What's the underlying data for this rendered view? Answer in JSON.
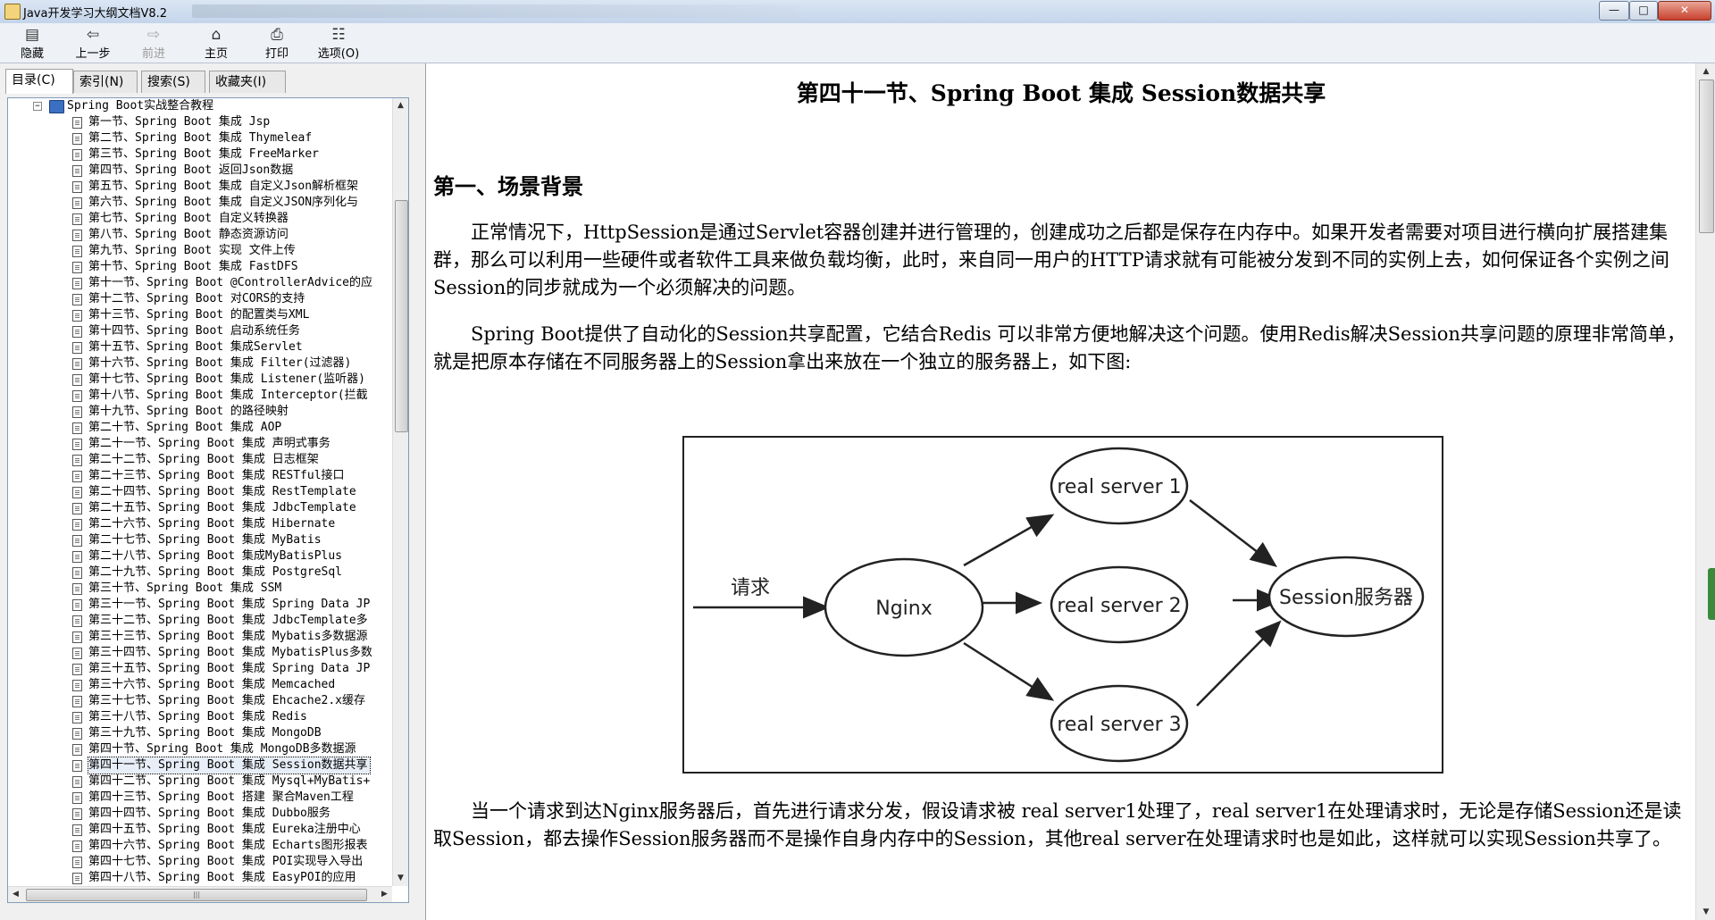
{
  "window": {
    "title": "Java开发学习大纲文档V8.2",
    "btn_min": "—",
    "btn_max": "□",
    "btn_close": "✕"
  },
  "toolbar": {
    "hide": {
      "icon": "hide-pane-icon",
      "label": "隐藏"
    },
    "back": {
      "icon": "back-arrow-icon",
      "label": "上一步"
    },
    "forward": {
      "icon": "forward-arrow-icon",
      "label": "前进"
    },
    "home": {
      "icon": "home-icon",
      "label": "主页"
    },
    "print": {
      "icon": "printer-icon",
      "label": "打印"
    },
    "options": {
      "icon": "options-icon",
      "label": "选项(O)"
    }
  },
  "nav": {
    "tabs": [
      "目录(C)",
      "索引(N)",
      "搜索(S)",
      "收藏夹(I)"
    ],
    "active_tab": "目录(C)",
    "root": "Spring Boot实战整合教程",
    "items": [
      "第一节、Spring Boot 集成 Jsp",
      "第二节、Spring Boot 集成 Thymeleaf",
      "第三节、Spring Boot 集成 FreeMarker",
      "第四节、Spring Boot 返回Json数据",
      "第五节、Spring Boot 集成 自定义Json解析框架",
      "第六节、Spring Boot 集成 自定义JSON序列化与",
      "第七节、Spring Boot 自定义转换器",
      "第八节、Spring Boot 静态资源访问",
      "第九节、Spring Boot 实现 文件上传",
      "第十节、Spring Boot 集成 FastDFS",
      "第十一节、Spring Boot @ControllerAdvice的应",
      "第十二节、Spring Boot 对CORS的支持",
      "第十三节、Spring Boot 的配置类与XML",
      "第十四节、Spring Boot 启动系统任务",
      "第十五节、Spring Boot 集成Servlet",
      "第十六节、Spring Boot 集成 Filter(过滤器)",
      "第十七节、Spring Boot 集成 Listener(监听器)",
      "第十八节、Spring Boot 集成 Interceptor(拦截",
      "第十九节、Spring Boot 的路径映射",
      "第二十节、Spring Boot 集成 AOP",
      "第二十一节、Spring Boot 集成 声明式事务",
      "第二十二节、Spring Boot 集成 日志框架",
      "第二十三节、Spring Boot 集成 RESTful接口",
      "第二十四节、Spring Boot 集成 RestTemplate",
      "第二十五节、Spring Boot 集成 JdbcTemplate",
      "第二十六节、Spring Boot 集成 Hibernate",
      "第二十七节、Spring Boot 集成 MyBatis",
      "第二十八节、Spring Boot 集成MyBatisPlus",
      "第二十九节、Spring Boot 集成 PostgreSql",
      "第三十节、Spring Boot 集成 SSM",
      "第三十一节、Spring Boot 集成 Spring Data JP",
      "第三十二节、Spring Boot 集成 JdbcTemplate多",
      "第三十三节、Spring Boot 集成 Mybatis多数据源",
      "第三十四节、Spring Boot 集成 MybatisPlus多数",
      "第三十五节、Spring Boot 集成 Spring Data JP",
      "第三十六节、Spring Boot 集成 Memcached",
      "第三十七节、Spring Boot 集成 Ehcache2.x缓存",
      "第三十八节、Spring Boot 集成 Redis",
      "第三十九节、Spring Boot 集成 MongoDB",
      "第四十节、Spring Boot 集成 MongoDB多数据源",
      "第四十一节、Spring Boot 集成 Session数据共享",
      "第四十二节、Spring Boot 集成 Mysql+MyBatis+",
      "第四十三节、Spring Boot 搭建 聚合Maven工程",
      "第四十四节、Spring Boot 集成 Dubbo服务",
      "第四十五节、Spring Boot 集成 Eureka注册中心",
      "第四十六节、Spring Boot 集成 Echarts图形报表",
      "第四十七节、Spring Boot 集成 POI实现导入导出",
      "第四十八节、Spring Boot 集成 EasyPOI的应用"
    ],
    "selected_index": 40,
    "hscroll_grip": "|||"
  },
  "content": {
    "title": "第四十一节、Spring Boot 集成 Session数据共享",
    "heading": "第一、场景背景",
    "p1": "　　正常情况下，HttpSession是通过Servlet容器创建并进行管理的，创建成功之后都是保存在内存中。如果开发者需要对项目进行横向扩展搭建集群，那么可以利用一些硬件或者软件工具来做负载均衡，此时，来自同一用户的HTTP请求就有可能被分发到不同的实例上去，如何保证各个实例之间Session的同步就成为一个必须解决的问题。",
    "p2": "　　Spring Boot提供了自动化的Session共享配置，它结合Redis 可以非常方便地解决这个问题。使用Redis解决Session共享问题的原理非常简单，就是把原本存储在不同服务器上的Session拿出来放在一个独立的服务器上，如下图:",
    "p3": "　　当一个请求到达Nginx服务器后，首先进行请求分发，假设请求被 real server1处理了，real server1在处理请求时，无论是存储Session还是读取Session，都去操作Session服务器而不是操作自身内存中的Session，其他real server在处理请求时也是如此，这样就可以实现Session共享了。",
    "diagram": {
      "request_label": "请求",
      "nginx": "Nginx",
      "server1": "real server 1",
      "server2": "real server 2",
      "server3": "real server 3",
      "session_server": "Session服务器"
    }
  }
}
